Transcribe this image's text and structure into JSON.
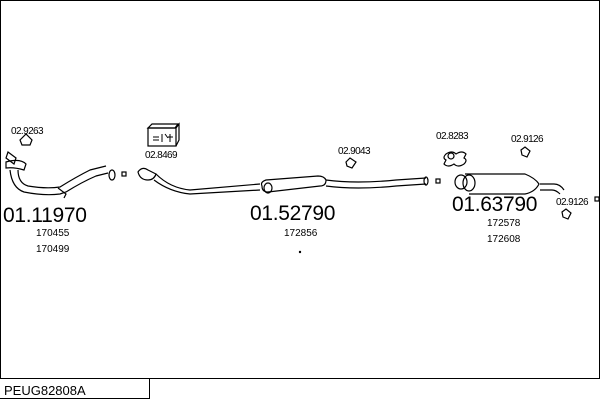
{
  "diagram_code": "PEUG82808A",
  "parts": [
    {
      "number": "01.11970",
      "refs": [
        "170455",
        "170499"
      ],
      "accessories": [
        "02.9263"
      ]
    },
    {
      "number": "01.52790",
      "refs": [
        "172856"
      ],
      "accessories": [
        "02.8469",
        "02.9043"
      ]
    },
    {
      "number": "01.63790",
      "refs": [
        "172578",
        "172608"
      ],
      "accessories": [
        "02.8283",
        "02.9126",
        "02.9126"
      ]
    }
  ]
}
